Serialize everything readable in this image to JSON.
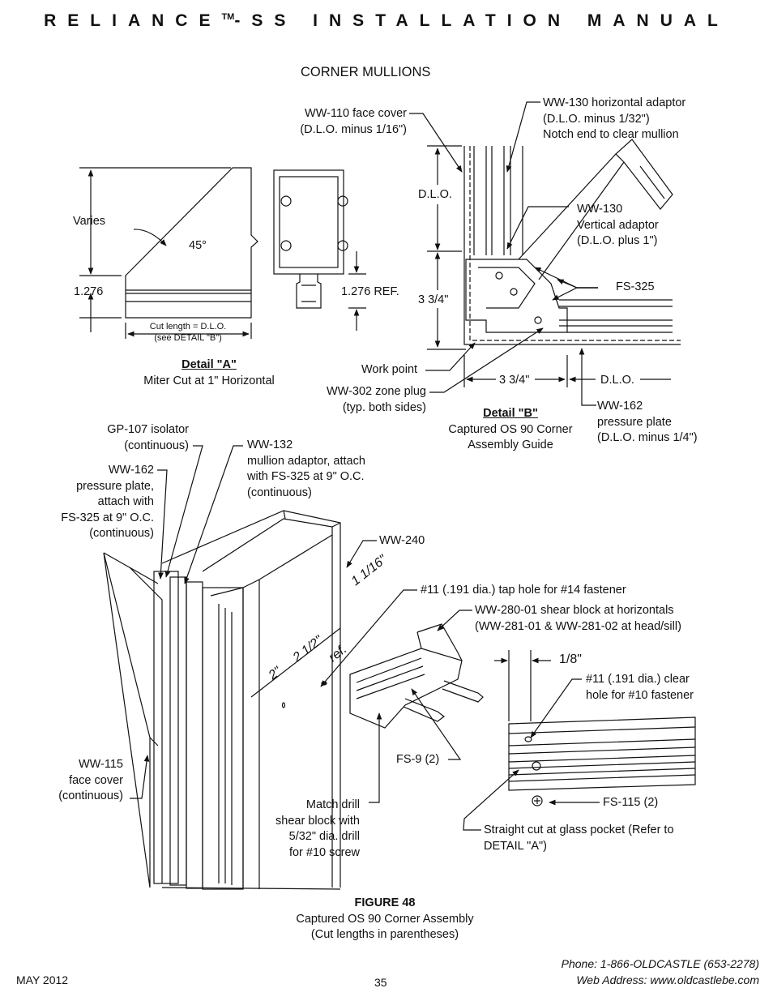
{
  "header": {
    "brand": "RELIANCE",
    "tm": "TM",
    "rest": "-SS  INSTALLATION MANUAL"
  },
  "section_title": "CORNER MULLIONS",
  "detail_a": {
    "varies": "Varies",
    "angle": "45°",
    "dim_1276": "1.276",
    "ref": "1.276  REF.",
    "cut_length_1": "Cut length = D.L.O.",
    "cut_length_2": "(see DETAIL \"B\")",
    "title": "Detail \"A\"",
    "subtitle": "Miter Cut at 1\" Horizontal"
  },
  "detail_b": {
    "ww110_1": "WW-110 face cover",
    "ww110_2": "(D.L.O. minus 1/16\")",
    "ww130h_1": "WW-130 horizontal adaptor",
    "ww130h_2": "(D.L.O. minus 1/32\")",
    "ww130h_3": "Notch end to clear mullion",
    "dlo_v": "D.L.O.",
    "ww130v_1": "WW-130",
    "ww130v_2": "Vertical adaptor",
    "ww130v_3": "(D.L.O. plus 1\")",
    "fs325": "FS-325",
    "dim_334_v": "3 3/4\"",
    "work_point": "Work point",
    "ww302_1": "WW-302 zone plug",
    "ww302_2": "(typ. both sides)",
    "dim_334_h": "3 3/4\"",
    "dlo_h": "D.L.O.",
    "ww162_1": "WW-162",
    "ww162_2": "pressure plate",
    "ww162_3": "(D.L.O. minus 1/4\")",
    "title": "Detail \"B\"",
    "subtitle_1": "Captured OS 90 Corner",
    "subtitle_2": "Assembly Guide"
  },
  "assembly": {
    "gp107_1": "GP-107 isolator",
    "gp107_2": "(continuous)",
    "ww132_1": "WW-132",
    "ww132_2": "mullion adaptor, attach",
    "ww132_3": "with FS-325 at 9\" O.C.",
    "ww132_4": "(continuous)",
    "ww162_1": "WW-162",
    "ww162_2": "pressure plate,",
    "ww162_3": "attach with",
    "ww162_4": "FS-325 at 9\" O.C.",
    "ww162_5": "(continuous)",
    "ww240": "WW-240",
    "dim_1116": "1 1/16\"",
    "dim_2": "2\"",
    "dim_212": "2 1/2\"",
    "dim_ref": "ref.",
    "tap_hole": "#11 (.191 dia.) tap hole for #14 fastener",
    "ww280_1": "WW-280-01 shear block at horizontals",
    "ww280_2": "(WW-281-01 & WW-281-02 at head/sill)",
    "dim_18": "1/8\"",
    "clear_hole_1": "#11 (.191 dia.) clear",
    "clear_hole_2": "hole for #10 fastener",
    "ww115_1": "WW-115",
    "ww115_2": "face cover",
    "ww115_3": "(continuous)",
    "fs9": "FS-9 (2)",
    "fs115": "FS-115 (2)",
    "match_1": "Match drill",
    "match_2": "shear block with",
    "match_3": "5/32\" dia. drill",
    "match_4": "for  #10 screw",
    "straight_1": "Straight cut at glass pocket (Refer to",
    "straight_2": "DETAIL \"A\")"
  },
  "figure": {
    "number": "FIGURE 48",
    "caption_1": "Captured OS 90 Corner Assembly",
    "caption_2": "(Cut lengths in parentheses)"
  },
  "footer": {
    "date": "MAY 2012",
    "page": "35",
    "phone": "Phone: 1-866-OLDCASTLE (653-2278)",
    "web": "Web Address: www.oldcastlebe.com"
  }
}
